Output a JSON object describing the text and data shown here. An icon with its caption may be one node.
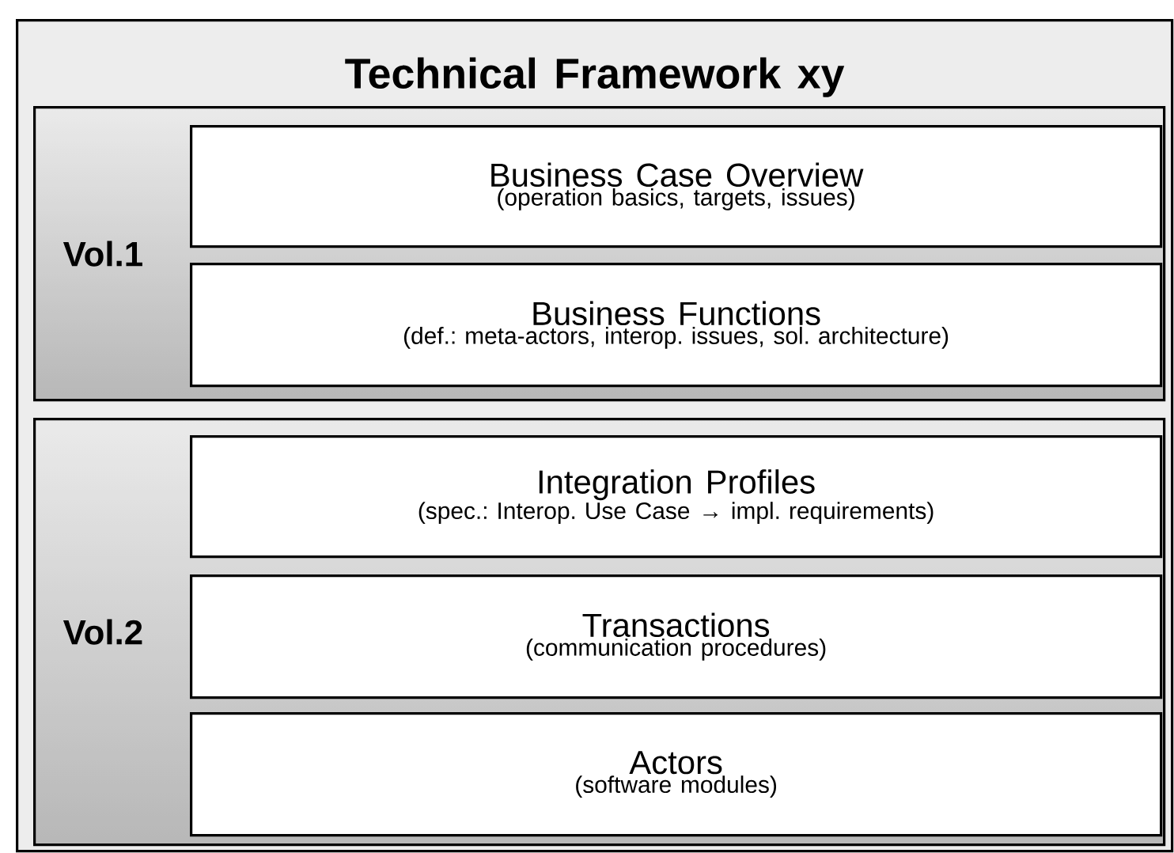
{
  "diagram": {
    "nodes": [
      {
        "text": [
          "Technical Framework xy"
        ]
      },
      {
        "text": [
          "Vol.1"
        ],
        "in": 0
      },
      {
        "text": [
          "Business Case Overview",
          "(operation basics, targets, issues)"
        ],
        "in": 1
      },
      {
        "text": [
          "Business Functions",
          "(def.: meta-actors, interop. issues, sol. architecture)"
        ],
        "in": 1
      },
      {
        "text": [
          "Vol.2"
        ],
        "in": 0
      },
      {
        "text": [
          "Integration Profiles",
          "(spec.: Interop. Use Case → impl. requirements)"
        ],
        "in": 4
      },
      {
        "text": [
          "Transactions",
          "(communication procedures)"
        ],
        "in": 4
      },
      {
        "text": [
          "Actors",
          "(software modules)"
        ],
        "in": 4
      }
    ]
  }
}
